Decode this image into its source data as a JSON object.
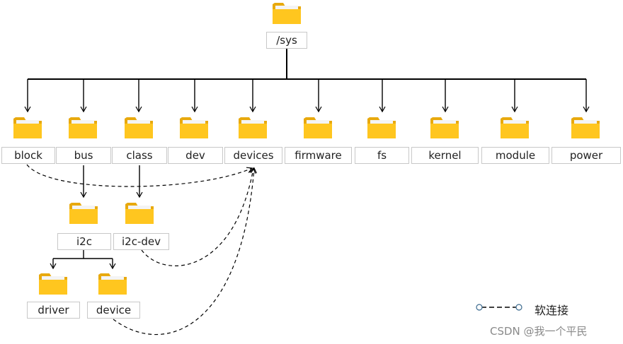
{
  "root": {
    "label": "/sys"
  },
  "level1": [
    {
      "label": "block"
    },
    {
      "label": "bus"
    },
    {
      "label": "class"
    },
    {
      "label": "dev"
    },
    {
      "label": "devices"
    },
    {
      "label": "firmware"
    },
    {
      "label": "fs"
    },
    {
      "label": "kernel"
    },
    {
      "label": "module"
    },
    {
      "label": "power"
    }
  ],
  "bus_children": [
    {
      "label": "i2c"
    }
  ],
  "class_children": [
    {
      "label": "i2c-dev"
    }
  ],
  "i2c_children": [
    {
      "label": "driver"
    },
    {
      "label": "device"
    }
  ],
  "symlinks": [
    {
      "from": "block",
      "to": "devices"
    },
    {
      "from": "i2c-dev",
      "to": "devices"
    },
    {
      "from": "device",
      "to": "devices"
    }
  ],
  "legend": {
    "icon": "soft-link-line-icon",
    "label": "软连接"
  },
  "watermark": "CSDN @我一个平民",
  "colors": {
    "folder": "#FFC61F",
    "folder_tab": "#E8A90E",
    "folder_paper": "#F4F4F4",
    "line": "#000000"
  }
}
